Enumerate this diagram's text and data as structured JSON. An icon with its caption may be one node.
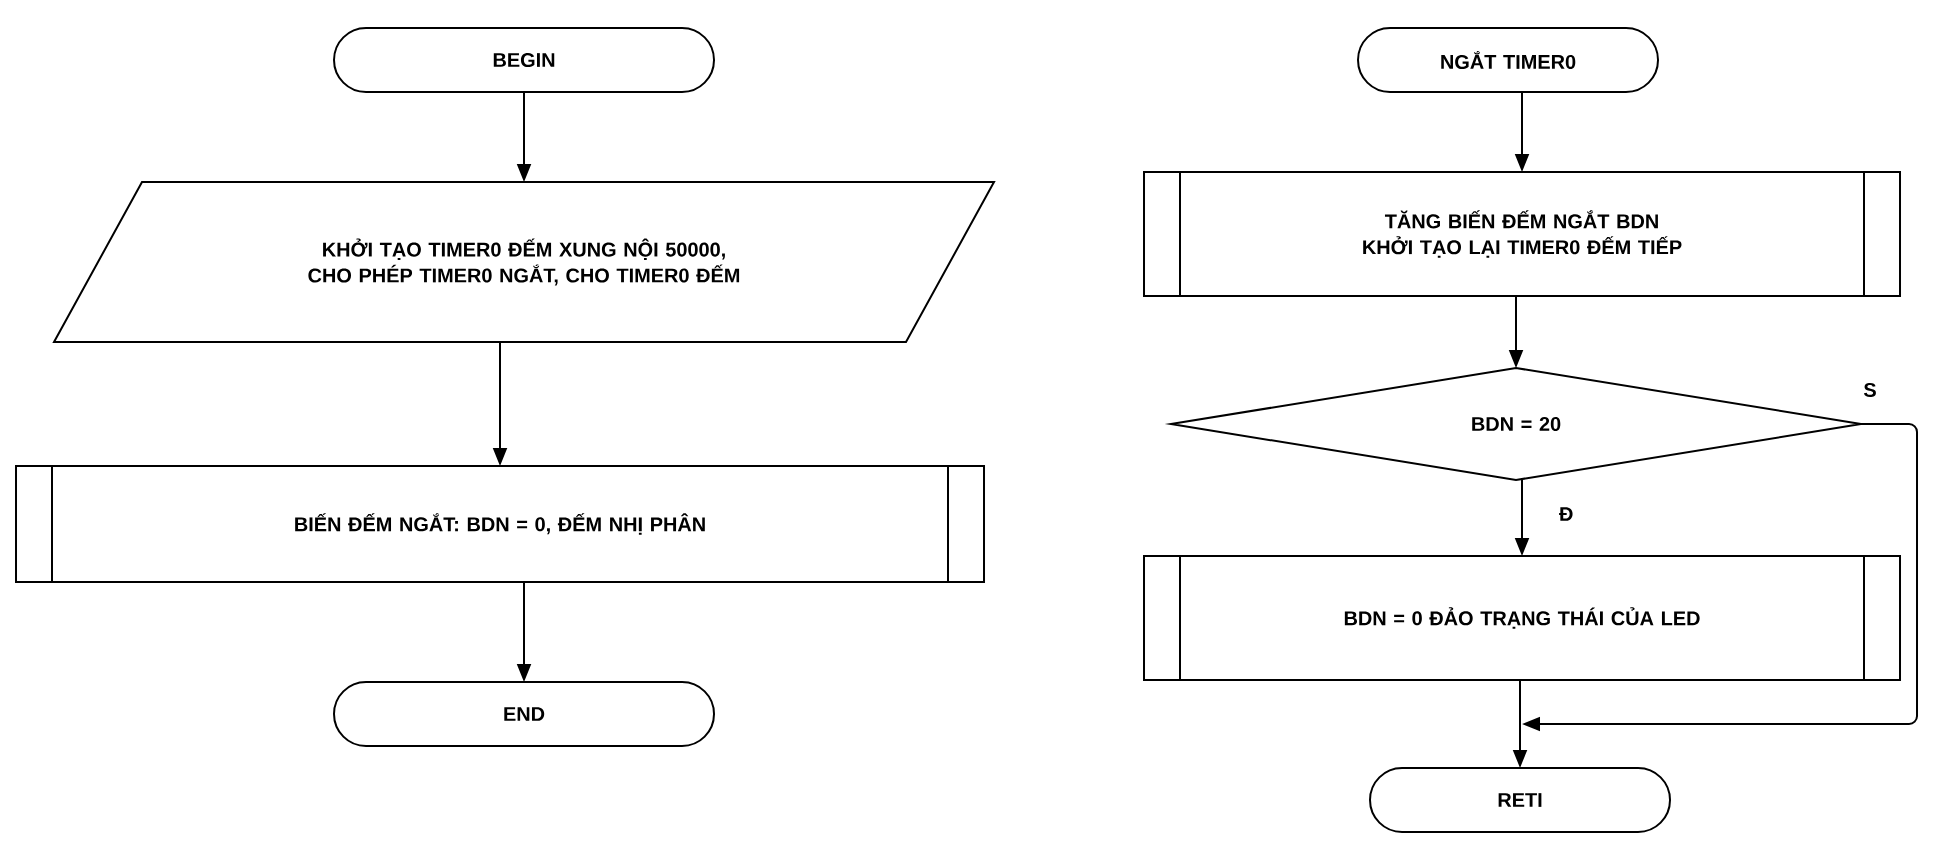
{
  "diagram": {
    "nodes": [
      {
        "text": [
          "BEGIN"
        ]
      },
      {
        "text": [
          "KHỞI TẠO TIMER0 ĐẾM XUNG NỘI 50000, CHO PHÉP TIMER0 NGẮT, CHO TIMER0 ĐẾM"
        ]
      },
      {
        "text": [
          "BIẾN ĐẾM NGẮT: BDN = 0, ĐẾM NHỊ PHÂN"
        ]
      },
      {
        "text": [
          "END"
        ]
      },
      {
        "text": [
          "NGẮT TIMER0"
        ]
      },
      {
        "text": [
          "TĂNG BIẾN ĐẾM NGẮT BDN KHỞI TẠO LẠI TIMER0 ĐẾM TIẾP"
        ]
      },
      {
        "text": [
          "BDN = 20"
        ]
      },
      {
        "text": [
          "BDN = 0 ĐẢO TRẠNG THÁI CỦA LED"
        ]
      },
      {
        "text": [
          "RETI"
        ]
      }
    ],
    "edges": [
      {
        "from": 0,
        "to": 1,
        "arrow": "to"
      },
      {
        "from": 1,
        "to": 2,
        "arrow": "to"
      },
      {
        "from": 2,
        "to": 3,
        "arrow": "to"
      },
      {
        "from": 4,
        "to": 5,
        "arrow": "to"
      },
      {
        "from": 5,
        "to": 6,
        "arrow": "to"
      },
      {
        "from": 6,
        "to": 7,
        "arrow": "to",
        "label": "Đ"
      },
      {
        "from": 7,
        "to": 8,
        "arrow": "to"
      },
      {
        "from": 6,
        "to": 8,
        "arrow": "to",
        "label": "S"
      }
    ]
  }
}
